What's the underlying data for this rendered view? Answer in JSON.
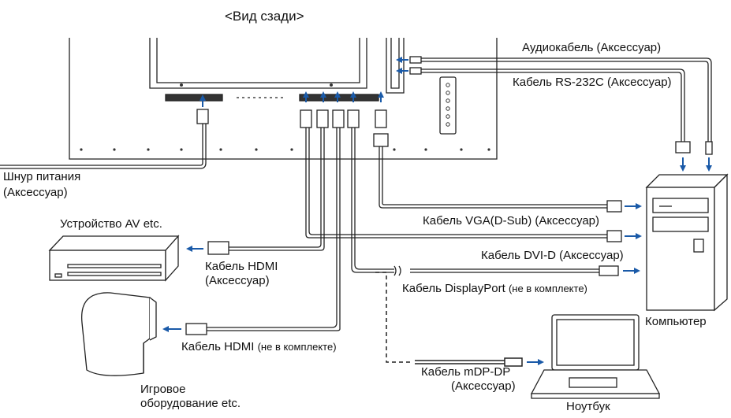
{
  "title": "<Вид сзади>",
  "labels": {
    "audio_cable": "Аудиокабель (Аксессуар)",
    "rs232_cable": "Кабель RS-232C (Аксессуар)",
    "power_cord_1": "Шнур питания",
    "power_cord_2": "(Аксессуар)",
    "av_device": "Устройство AV etc.",
    "vga_cable": "Кабель VGA(D-Sub) (Аксессуар)",
    "hdmi_cable_acc_1": "Кабель HDMI",
    "hdmi_cable_acc_2": "(Аксессуар)",
    "dvi_cable": "Кабель DVI-D (Аксессуар)",
    "dp_cable_main": "Кабель DisplayPort",
    "dp_cable_note": "(не в комплекте)",
    "computer": "Компьютер",
    "hdmi_cable_na_main": "Кабель HDMI",
    "hdmi_cable_na_note": "(не в комплекте)",
    "mdp_cable_1": "Кабель mDP-DP",
    "mdp_cable_2": "(Аксессуар)",
    "game_device_1": "Игровое",
    "game_device_2": "оборудование etc.",
    "notebook": "Ноутбук"
  },
  "colors": {
    "line": "#222222",
    "arrow": "#1a5aa8",
    "background": "#ffffff"
  }
}
